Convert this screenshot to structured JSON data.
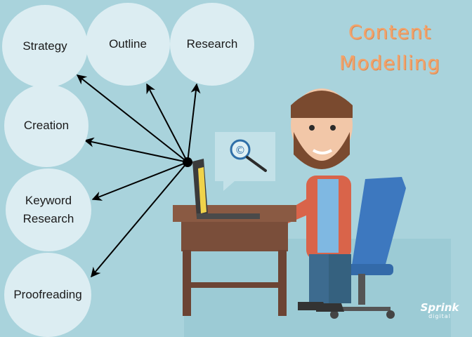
{
  "title": {
    "line1": "Content",
    "line2": "Modelling"
  },
  "nodes": [
    {
      "id": "strategy",
      "label": "Strategy"
    },
    {
      "id": "outline",
      "label": "Outline"
    },
    {
      "id": "research",
      "label": "Research"
    },
    {
      "id": "creation",
      "label": "Creation"
    },
    {
      "id": "keyword-research",
      "label": "Keyword\nResearch"
    },
    {
      "id": "proofreading",
      "label": "Proofreading"
    }
  ],
  "hub_connects_to": [
    "strategy",
    "outline",
    "research",
    "creation",
    "keyword-research",
    "proofreading"
  ],
  "logo": {
    "line1": "Sprink",
    "line2": "digital"
  },
  "illustration": {
    "subject": "man-at-laptop",
    "bubble_symbol": "©"
  },
  "colors": {
    "background": "#a9d3dc",
    "bubble": "#dcedf2",
    "title": "#f2a36b",
    "arrow": "#000000",
    "shirt": "#d9644a",
    "chair": "#3d78bf",
    "desk": "#8a5a43"
  }
}
